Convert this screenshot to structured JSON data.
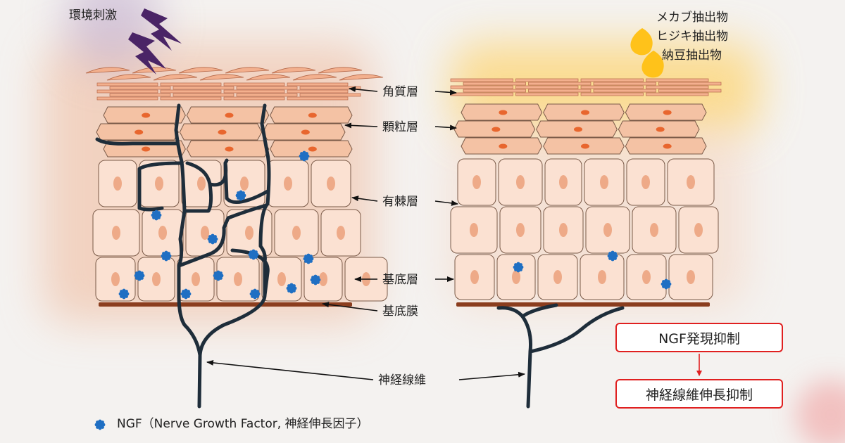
{
  "stimulus": {
    "label": "環境刺激"
  },
  "extracts": [
    "メカブ抽出物",
    "ヒジキ抽出物",
    "納豆抽出物"
  ],
  "layers": {
    "stratum_corneum": "角質層",
    "granular": "顆粒層",
    "spinous": "有棘層",
    "basal": "基底層",
    "basement_membrane": "基底膜",
    "nerve_fiber": "神経線維"
  },
  "results": {
    "box1": "NGF発現抑制",
    "box2": "神経線維伸長抑制"
  },
  "legend": {
    "text": "NGF（Nerve Growth Factor, 神経伸長因子）"
  },
  "colors": {
    "cell_fill": "#fbe1d2",
    "cell_stroke": "#7a5a48",
    "nucleus": "#eeaa88",
    "granular_fill": "#f4c2a4",
    "granular_nucleus": "#e8662e",
    "nerve": "#1e2d3a",
    "ngf": "#1f6fc3",
    "membrane": "#8b3d1e",
    "box_border": "#e02020",
    "lightning": "#4a2466",
    "extract_drop": "#ffc21a",
    "glow_yellow": "#ffd060",
    "glow_orange": "#f4a070"
  }
}
